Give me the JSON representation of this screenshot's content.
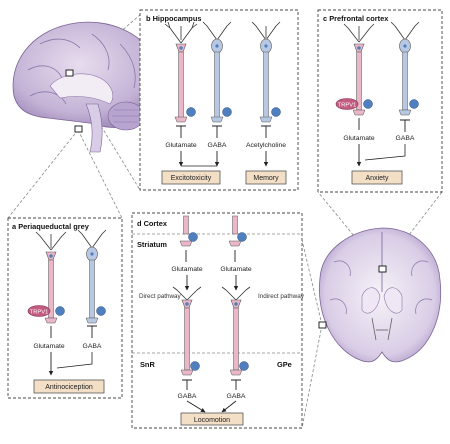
{
  "colors": {
    "pink_neuron": "#e9b7c7",
    "blue_neuron": "#b8c8e3",
    "receptor": "#4f7fbf",
    "trpv1": "#c35a7f",
    "outcome_fill": "#f3dfc6",
    "brain_fill": "#c4b3d6"
  },
  "panels": {
    "a": {
      "letter": "a",
      "title": "Periaqueductal grey",
      "receptor_label": "TRPV1",
      "transmitters": [
        "Glutamate",
        "GABA"
      ],
      "outcome": "Antinociception"
    },
    "b": {
      "letter": "b",
      "title": "Hippocampus",
      "transmitters": [
        "Glutamate",
        "GABA",
        "Acetylcholine"
      ],
      "outcomes": [
        "Excitotoxicity",
        "Memory"
      ]
    },
    "c": {
      "letter": "c",
      "title": "Prefrontal cortex",
      "receptor_label": "TRPV1",
      "transmitters": [
        "Glutamate",
        "GABA"
      ],
      "outcome": "Anxiety"
    },
    "d": {
      "letter": "d",
      "title": "Cortex",
      "regions": {
        "striatum": "Striatum",
        "snr": "SnR",
        "gpe": "GPe"
      },
      "transmitters_top": [
        "Glutamate",
        "Glutamate"
      ],
      "pathways": [
        "Direct pathway",
        "Indirect pathway"
      ],
      "transmitters_bottom": [
        "GABA",
        "GABA"
      ],
      "outcome": "Locomotion"
    }
  }
}
